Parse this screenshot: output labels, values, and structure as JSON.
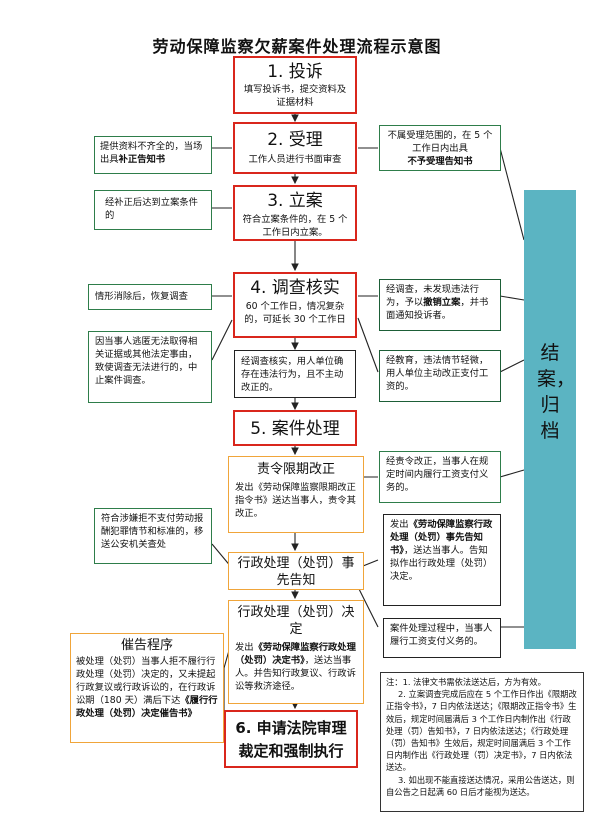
{
  "title": "劳动保障监察欠薪案件处理流程示意图",
  "steps": {
    "complaint": {
      "head": "1. 投诉",
      "body": "填写投诉书，提交资料及证据材料"
    },
    "accept": {
      "head": "2. 受理",
      "body": "工作人员进行书面审查"
    },
    "file": {
      "head": "3. 立案",
      "body": "符合立案条件的，在 5 个工作日内立案。"
    },
    "investigate": {
      "head": "4. 调查核实",
      "body": "60 个工作日，情况复杂的，可延长 30 个工作日"
    },
    "handle": {
      "head": "5. 案件处理"
    },
    "court": {
      "head": "6. 申请法院审理裁定和强制执行"
    }
  },
  "left": {
    "incomplete": {
      "text": "提供资料不齐全的，当场出具",
      "bold": "补正告知书"
    },
    "supplement": "经补正后达到立案条件的",
    "resume": "情形消除后，恢复调查",
    "suspend": "因当事人逃匿无法取得相关证据或其他法定事由，致使调查无法进行的，中止案件调查。",
    "transfer": "符合涉嫌拒不支付劳动报酬犯罪情节和标准的，移送公安机关查处",
    "urge": {
      "head": "催告程序",
      "text": "被处理（处罚）当事人拒不履行行政处理（处罚）决定的，又未提起行政复议或行政诉讼的，在行政诉讼期（180 天）满后下达",
      "bold": "《履行行政处理（处罚）决定催告书》"
    }
  },
  "right": {
    "not_accept": {
      "text": "不属受理范围的，在 5 个工作日内出具",
      "bold": "不予受理告知书"
    },
    "no_violation": {
      "text1": "经调查，未发现违法行为，予以",
      "bold": "撤销立案",
      "text2": "，并书面通知投诉者。"
    },
    "minor": "经教育，违法情节轻微，用人单位主动改正支付工资的。",
    "corrected": "经责令改正，当事人在规定时间内履行工资支付义务的。",
    "pre_notice": {
      "text1": "发出",
      "bold": "《劳动保障监察行政处理（处罚）事先告知书》",
      "text2": "，送达当事人。告知拟作出行政处理（处罚）决定。"
    },
    "fulfilled": "案件处理过程中，当事人履行工资支付义务的。"
  },
  "middle": {
    "verified": "经调查核实，用人单位确存在违法行为，且不主动改正的。",
    "order": {
      "head": "责令限期改正",
      "text1": "发出《劳动保障监察限期改正指令书》送达当事人，责令其改正。"
    },
    "pre_notice_head": "行政处理（处罚）事先告知",
    "decision": {
      "head": "行政处理（处罚）决定",
      "text1": "发出",
      "bold": "《劳动保障监察行政处理（处罚）决定书》",
      "text2": "，送达当事人。并告知行政复议、行政诉讼等救济途径。"
    }
  },
  "sidebar": "结案，归档",
  "notes": [
    "注：1. 法律文书需依法送达后，方为有效。",
    "2. 立案调查完成后应在 5 个工作日作出《限期改正指令书》，7 日内依法送达；《限期改正指令书》生效后，规定时间届满后 3 个工作日内制作出《行政处理（罚）告知书》，7 日内依法送达；《行政处理（罚）告知书》生效后，规定时间届满后 3 个工作日内制作出《行政处理（罚）决定书》，7 日内依法送达。",
    "3. 如出现不能直接送达情况，采用公告送达，则自公告之日起满 60 日后才能视为送达。"
  ],
  "colors": {
    "red": "#d9261c",
    "green": "#2e7d4a",
    "orange": "#f0a53a",
    "teal": "#5bb4c2"
  }
}
